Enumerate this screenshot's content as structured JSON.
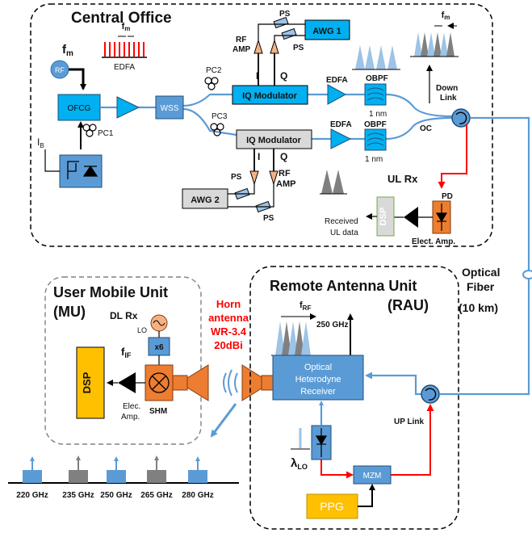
{
  "central_office": {
    "title": "Central Office",
    "fm": "f",
    "fm_sub": "m",
    "rf": "RF",
    "ofcg": "OFCG",
    "edfa1": "EDFA",
    "wss": "WSS",
    "pc1": "PC1",
    "pc2": "PC2",
    "pc3": "PC3",
    "ib": "I",
    "ib_sub": "B",
    "rf_amp_top_1": "RF",
    "rf_amp_top_2": "AMP",
    "ps": "PS",
    "awg1": "AWG 1",
    "awg2": "AWG 2",
    "i_label": "I",
    "q_label": "Q",
    "iq_mod_top": "IQ  Modulator",
    "iq_mod_bottom": "IQ  Modulator",
    "edfa_top": "EDFA",
    "edfa_bottom": "EDFA",
    "obpf_top": "OBPF",
    "obpf_bottom": "OBPF",
    "one_nm_top": "1 nm",
    "one_nm_bottom": "1 nm",
    "oc": "OC",
    "down_link_1": "Down",
    "down_link_2": "Link",
    "rf_amp_bottom_1": "RF",
    "rf_amp_bottom_2": "AMP",
    "ul_rx": "UL Rx",
    "pd": "PD",
    "dsp": "DSP",
    "elect_amp": "Elect. Amp.",
    "received_1": "Received",
    "received_2": "UL data"
  },
  "fiber": {
    "line1": "Optical",
    "line2": "Fiber",
    "line3": "(10 km)"
  },
  "mobile_unit": {
    "title_1": "User Mobile Unit",
    "title_2": "(MU)",
    "dl_rx": "DL Rx",
    "lo": "LO",
    "x6": "x6",
    "fif": "f",
    "fif_sub": "IF",
    "dsp": "DSP",
    "elec_amp_1": "Elec.",
    "elec_amp_2": "Amp.",
    "shm": "SHM"
  },
  "horn": {
    "line1": "Horn",
    "line2": "antenna",
    "line3": "WR-3.4",
    "line4": "20dBi"
  },
  "rau": {
    "title_1": "Remote Antenna Unit",
    "title_2": "(RAU)",
    "frf": "f",
    "frf_sub": "RF",
    "ghz250": "250 GHz",
    "receiver_1": "Optical",
    "receiver_2": "Heterodyne",
    "receiver_3": "Receiver",
    "up_link": "UP Link",
    "lambda": "λ",
    "lambda_sub": "LO",
    "mzm": "MZM",
    "ppg": "PPG"
  },
  "spectrum": {
    "labels": [
      "220 GHz",
      "235 GHz",
      "250 GHz",
      "265 GHz",
      "280 GHz"
    ]
  },
  "colors": {
    "block_blue": "#5b9bd5",
    "cyan": "#00b0f0",
    "fiber": "#5b9bd5",
    "red": "#ff0000",
    "orange": "#ed7d31",
    "dsp_yellow": "#ffc000",
    "ppg_yellow": "#ffc000",
    "gray": "#808080"
  }
}
